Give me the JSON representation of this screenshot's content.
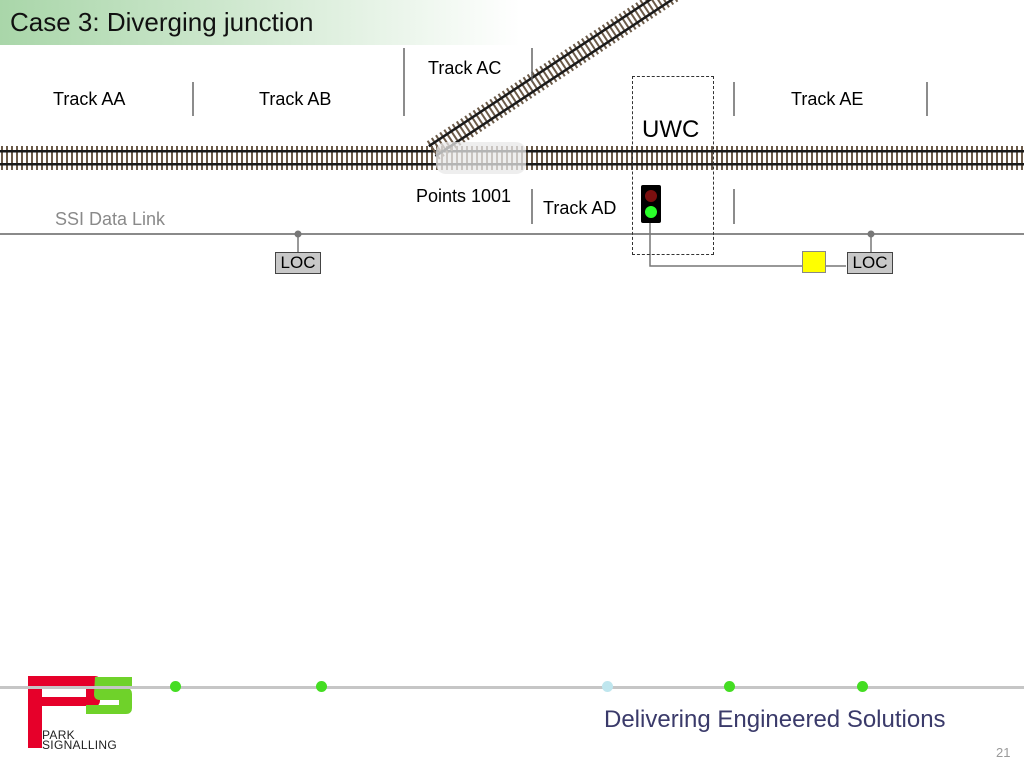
{
  "slide": {
    "title": "Case 3: Diverging junction",
    "page_number": "21",
    "slogan": "Delivering Engineered Solutions"
  },
  "tracks": {
    "aa": "Track AA",
    "ab": "Track AB",
    "ac": "Track AC",
    "ad": "Track AD",
    "ae": "Track AE"
  },
  "points_label": "Points 1001",
  "ssi_label": "SSI Data Link",
  "uwc_label": "UWC",
  "loc_labels": [
    "LOC",
    "LOC"
  ],
  "signal": {
    "lit_aspect": "green",
    "unlit_aspect": "red"
  },
  "logo": {
    "line1": "PARK",
    "line2": "SIGNALLING"
  },
  "colors": {
    "title_band": "#a9d6a9",
    "rail_sleeper": "#6b5a48",
    "yellow_box": "#ffff00",
    "loc_box": "#c8c8c8",
    "footer_dot": "#44dd22",
    "footer_dot_light": "#bfe6ee",
    "logo_red": "#e6002a",
    "logo_green": "#6fd22a",
    "slogan": "#3a3a6a"
  }
}
